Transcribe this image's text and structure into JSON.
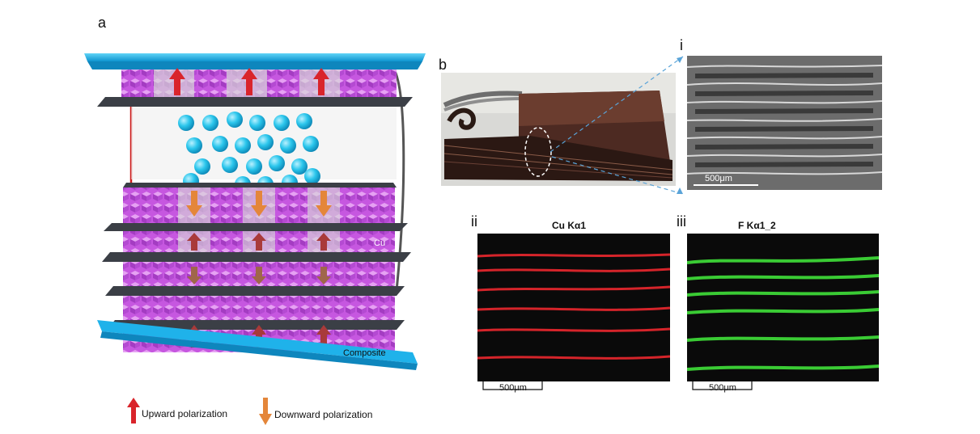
{
  "panel_a": {
    "letter": "a",
    "labels": {
      "cu": "Cu",
      "composite": "Composite"
    },
    "legend": {
      "upward": "Upward polarization",
      "downward": "Downward polarization"
    }
  },
  "panel_b": {
    "letter": "b",
    "sub_i": {
      "label": "i",
      "scale": "500μm"
    },
    "sub_ii": {
      "label": "ii",
      "title": "Cu Kα1",
      "scale": "500μm"
    },
    "sub_iii": {
      "label": "iii",
      "title": "F Kα1_2",
      "scale": "500μm"
    }
  },
  "colors": {
    "electrode_blue": "#1fb2ea",
    "composite_pink": "#d66bea",
    "cu_plate": "#3b3f46",
    "ion_blue": "#2bc6ec",
    "arrow_up": "#d9242b",
    "arrow_down": "#e4863a",
    "cu_map": "#e0262c",
    "f_map": "#3dd637"
  }
}
